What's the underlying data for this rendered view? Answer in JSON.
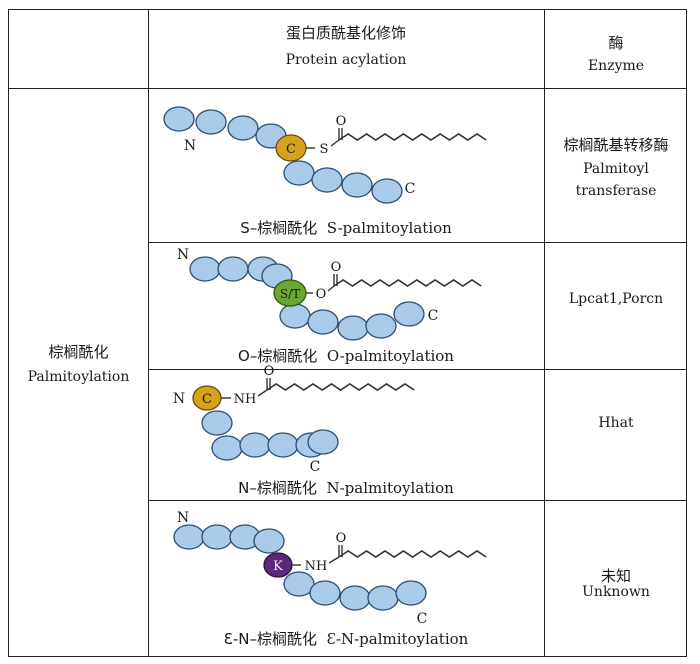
{
  "header": {
    "col2_zh": "蛋白质酰基化修饰",
    "col2_en": "Protein acylation",
    "col3_zh": "酶",
    "col3_en": "Enzyme"
  },
  "row_group": {
    "label_zh": "棕榈酰化",
    "label_en": "Palmitoylation"
  },
  "rows": [
    {
      "caption_zh": "S–棕榈酰化",
      "caption_en": "S-palmitoylation",
      "enzyme_zh": "棕榈酰基转移酶",
      "enzyme_en_1": "Palmitoyl",
      "enzyme_en_2": "transferase",
      "residue": "C",
      "link_atom": "S",
      "n_label": "N",
      "c_label": "C",
      "o_label": "O",
      "residue_color": "#d6a21e"
    },
    {
      "caption_zh": "O–棕榈酰化",
      "caption_en": "O-palmitoylation",
      "enzyme": "Lpcat1,Porcn",
      "residue": "S/T",
      "link_atom": "O",
      "n_label": "N",
      "c_label": "C",
      "o_label": "O",
      "residue_color": "#6aa832"
    },
    {
      "caption_zh": "N–棕榈酰化",
      "caption_en": "N-palmitoylation",
      "enzyme": "Hhat",
      "residue": "C",
      "link_atom": "NH",
      "n_label": "N",
      "c_label": "C",
      "o_label": "O",
      "residue_color": "#d6a21e"
    },
    {
      "caption_zh": "Ɛ-N–棕榈酰化",
      "caption_en": "Ɛ-N-palmitoylation",
      "enzyme_zh": "未知",
      "enzyme_en": "Unknown",
      "residue": "K",
      "link_atom": "NH",
      "n_label": "N",
      "c_label": "C",
      "o_label": "O",
      "residue_color": "#5a2a7a"
    }
  ],
  "colors": {
    "bead_fill": "#a9cbe9",
    "bead_stroke": "#2d4e74",
    "chain_stroke": "#333333"
  }
}
